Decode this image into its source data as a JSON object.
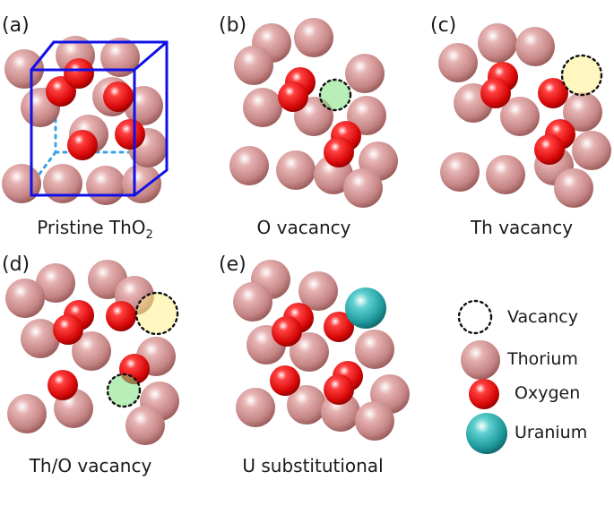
{
  "panels": [
    {
      "id": "a",
      "label": "(a)",
      "caption": "Pristine ThO",
      "caption_sub": "2"
    },
    {
      "id": "b",
      "label": "(b)",
      "caption": "O vacancy"
    },
    {
      "id": "c",
      "label": "(c)",
      "caption": "Th vacancy"
    },
    {
      "id": "d",
      "label": "(d)",
      "caption": "Th/O vacancy"
    },
    {
      "id": "e",
      "label": "(e)",
      "caption": "U substitutional"
    }
  ],
  "legend": {
    "vacancy": "Vacancy",
    "thorium": "Thorium",
    "oxygen": "Oxygen",
    "uranium": "Uranium"
  },
  "colors": {
    "thorium": "#c98a8a",
    "oxygen": "#e01010",
    "uranium": "#2a9fa2",
    "cell_edge": "#1010e8",
    "cell_hidden_edge": "#3aa0e8",
    "vacancy_th": "#fff08a",
    "vacancy_o": "#7ee07e"
  }
}
